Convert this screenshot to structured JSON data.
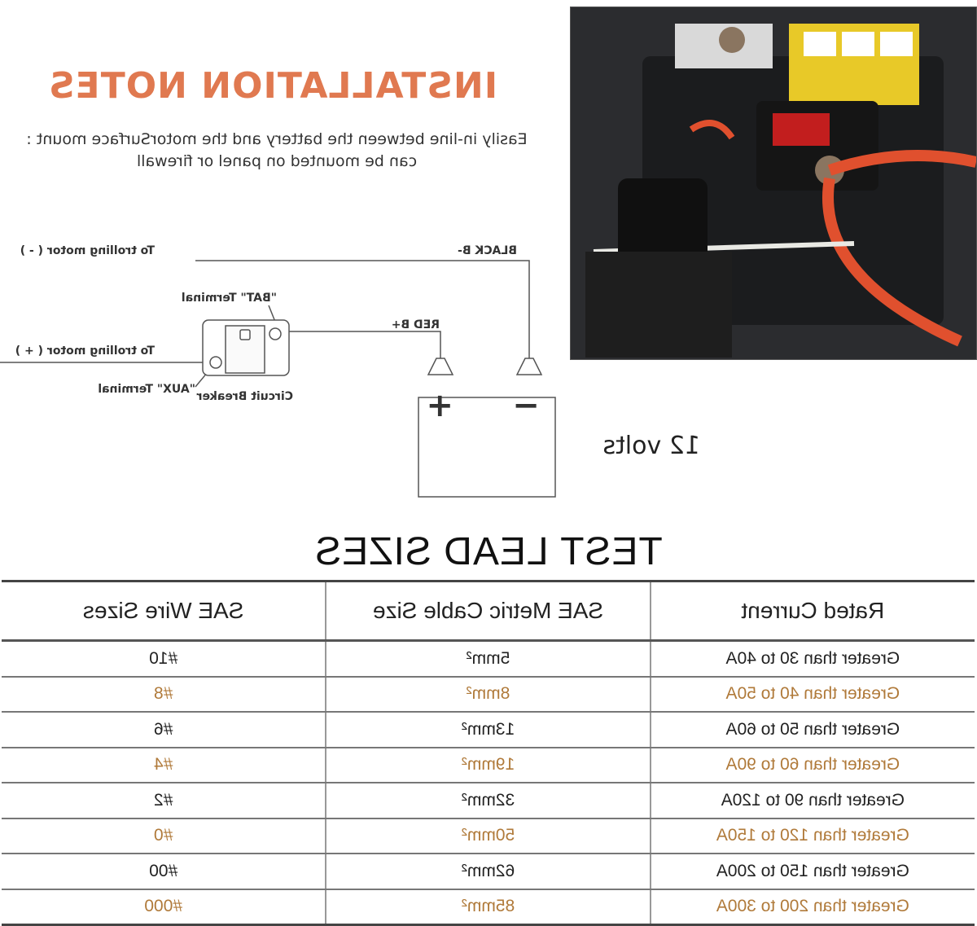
{
  "notes": {
    "title": "INSTALLATION NOTES",
    "text": "Easily in-line between the battery and the motorSurface mount : can be mounted on panel or firewall",
    "title_color": "#e07950"
  },
  "diagram": {
    "black_label": "BLACK B-",
    "red_label": "RED B+",
    "motor_neg_label": "To trolling motor ( - )",
    "motor_pos_label": "To trolling motor ( + )",
    "bat_terminal_label": "\"BAT\" Terminal",
    "aux_terminal_label": "\"AUX\" Terminal",
    "breaker_label": "Circuit Breaker",
    "battery_plus": "+",
    "battery_minus": "−",
    "voltage_label": "12 volts"
  },
  "table": {
    "title": "TEST LEAD SIZES",
    "headers": [
      "Rated Current",
      "SAE Metric Cable Size",
      "SAE Wire Sizes"
    ],
    "rows": [
      [
        "Greater than 30 to 40A",
        "5mm²",
        "#10"
      ],
      [
        "Greater than 40 to 50A",
        "8mm²",
        "#8"
      ],
      [
        "Greater than 50 to 60A",
        "13mm²",
        "#6"
      ],
      [
        "Greater than 60 to 90A",
        "19mm²",
        "#4"
      ],
      [
        "Greater than 90 to 120A",
        "32mm²",
        "#2"
      ],
      [
        "Greater than 120 to 150A",
        "50mm²",
        "#0"
      ],
      [
        "Greater than 150 to 200A",
        "62mm²",
        "#00"
      ],
      [
        "Greater than 200 to 300A",
        "85mm²",
        "#000"
      ]
    ],
    "alt_row_color": "#b07a3a"
  }
}
